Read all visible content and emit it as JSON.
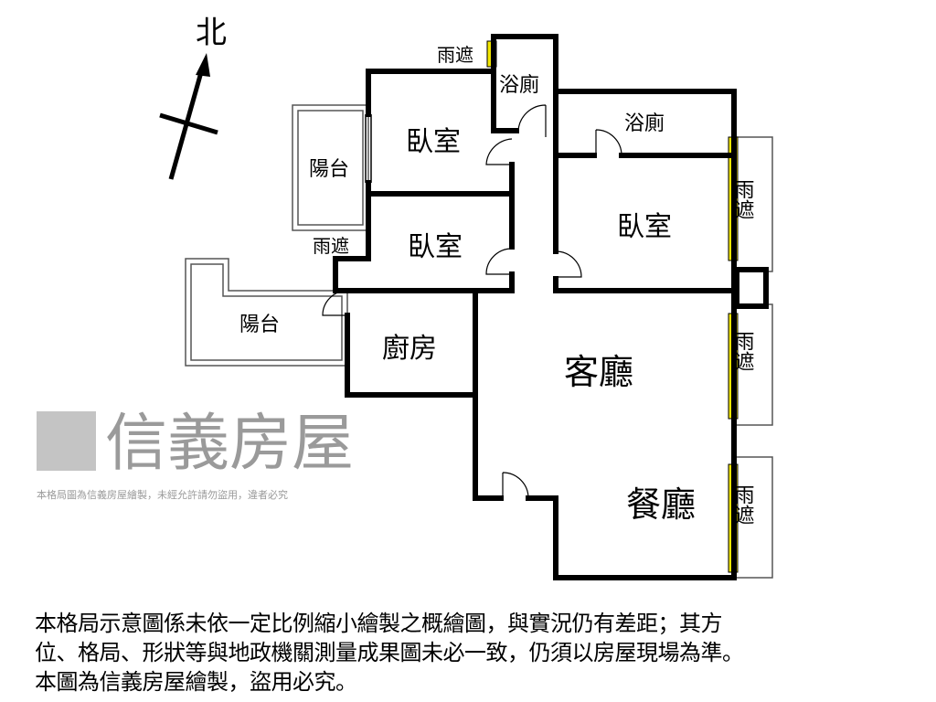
{
  "compass": {
    "label": "北"
  },
  "rooms": {
    "bedroom_nw": "臥室",
    "bedroom_mid": "臥室",
    "bedroom_east": "臥室",
    "bath_top": "浴廁",
    "bath_east": "浴廁",
    "balcony_upper": "陽台",
    "balcony_lower": "陽台",
    "kitchen": "廚房",
    "living": "客廳",
    "dining": "餐廳",
    "canopy_top": "雨遮",
    "canopy_west": "雨遮",
    "canopy_east_1": "雨遮",
    "canopy_east_2": "雨遮",
    "canopy_east_3": "雨遮"
  },
  "watermark": {
    "brand": "信義房屋",
    "notice": "本格局圖為信義房屋繪製，未經允許請勿盜用，違者必究"
  },
  "disclaimer": {
    "line1": "本格局示意圖係未依一定比例縮小繪製之概繪圖，與實況仍有差距；其方",
    "line2": "位、格局、形狀等與地政機關測量成果圖未必一致，仍須以房屋現場為準。",
    "line3": "本圖為信義房屋繪製，盜用必究。"
  },
  "colors": {
    "wall": "#000000",
    "canopy_strip": "#f2e600",
    "watermark": "#9a9a9a"
  }
}
